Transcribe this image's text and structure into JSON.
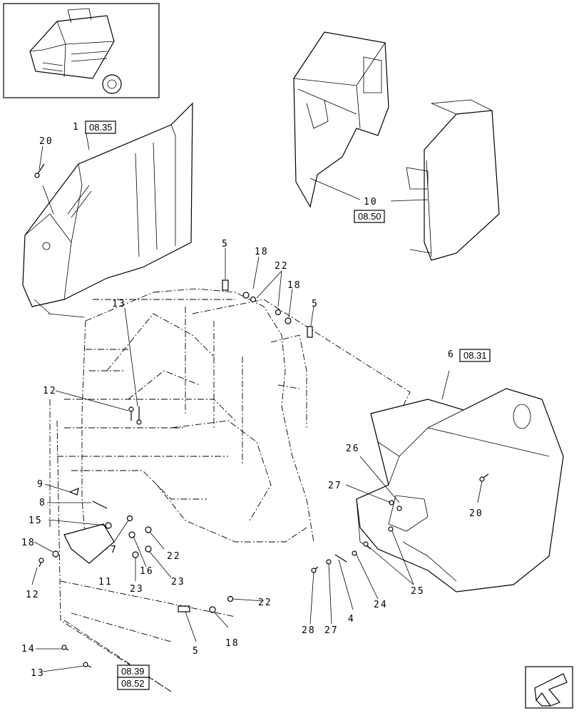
{
  "callouts": [
    {
      "id": "c1",
      "text": "1"
    },
    {
      "id": "c20a",
      "text": "20"
    },
    {
      "id": "c10",
      "text": "10"
    },
    {
      "id": "c5a",
      "text": "5"
    },
    {
      "id": "c18a",
      "text": "18"
    },
    {
      "id": "c22a",
      "text": "22"
    },
    {
      "id": "c18b",
      "text": "18"
    },
    {
      "id": "c5b",
      "text": "5"
    },
    {
      "id": "c13a",
      "text": "13"
    },
    {
      "id": "c6",
      "text": "6"
    },
    {
      "id": "c12a",
      "text": "12"
    },
    {
      "id": "c26",
      "text": "26"
    },
    {
      "id": "c27a",
      "text": "27"
    },
    {
      "id": "c9",
      "text": "9"
    },
    {
      "id": "c8",
      "text": "8"
    },
    {
      "id": "c15",
      "text": "15"
    },
    {
      "id": "c20b",
      "text": "20"
    },
    {
      "id": "c18c",
      "text": "18"
    },
    {
      "id": "c7",
      "text": "7"
    },
    {
      "id": "c22b",
      "text": "22"
    },
    {
      "id": "c16",
      "text": "16"
    },
    {
      "id": "c11",
      "text": "11"
    },
    {
      "id": "c12b",
      "text": "12"
    },
    {
      "id": "c23a",
      "text": "23"
    },
    {
      "id": "c23b",
      "text": "23"
    },
    {
      "id": "c25",
      "text": "25"
    },
    {
      "id": "c24",
      "text": "24"
    },
    {
      "id": "c22c",
      "text": "22"
    },
    {
      "id": "c4",
      "text": "4"
    },
    {
      "id": "c27b",
      "text": "27"
    },
    {
      "id": "c28",
      "text": "28"
    },
    {
      "id": "c5c",
      "text": "5"
    },
    {
      "id": "c18d",
      "text": "18"
    },
    {
      "id": "c14",
      "text": "14"
    },
    {
      "id": "c13b",
      "text": "13"
    }
  ],
  "references": [
    {
      "id": "r0835",
      "text": "08.35"
    },
    {
      "id": "r0850",
      "text": "08.50"
    },
    {
      "id": "r0831",
      "text": "08.31"
    },
    {
      "id": "r0839",
      "text": "08.39"
    },
    {
      "id": "r0852",
      "text": "08.52"
    }
  ],
  "icons": {
    "thumbnail": "baler-thumbnail-icon",
    "navigation": "next-page-arrow-icon"
  }
}
